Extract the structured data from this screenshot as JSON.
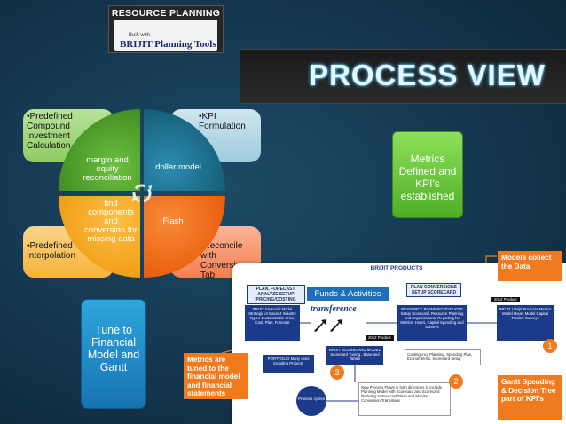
{
  "logo": {
    "title": "RESOURCE PLANNING",
    "small": "Built with",
    "brand": "BRIJIT Planning Tools"
  },
  "title": "PROCESS VIEW",
  "quadrant_boxes": {
    "top_left": "•Predefined Compound Investment Calculation",
    "top_right": "•KPI Formulation",
    "bottom_left": "•Predefined Interpolation",
    "bottom_right": "•Reconcile with Conversion Tab"
  },
  "circle": {
    "top_left": "margin and equity reconciliation",
    "top_right": "dollar model",
    "bottom_left": "find components and conversion for missing data",
    "bottom_right": "Flash",
    "colors": {
      "top_left": "#4e9a2a",
      "top_right": "#1a6f8f",
      "bottom_left": "#f5a623",
      "bottom_right": "#f0650f"
    }
  },
  "metrics_box": "Metrics Defined and KPI's established",
  "tune_box": "Tune to Financial Model and Gantt",
  "annotations": {
    "models": "Models collect the Data",
    "metrics": "Metrics are tuned to the financial model and financial statements",
    "gantt": "Gantt Spending & Decision Tree part of KPI's"
  },
  "screenshot": {
    "header": "BRIJIT PRODUCTS",
    "funds": "Funds & Activities",
    "transference": "transference",
    "plan_forecast": "PLAN, FORECAST, ANALYZE SETUP PRICING/COSTING",
    "plan_conversions": "PLAN CONVERSIONS SETUP SCORECARD",
    "financial_model": "BRIJIT Financial Model Strategic or Basis 4 Industry Types Customizable Price, Cost, Plan, Forecast",
    "toolkits": "RESOURCE PLANNING TOOLKITS Setup Scorecard, Resource Planning and Organizational Reporting for Metrics, Hours, Capital Spending and Surveys",
    "ubrijit": "BRIJIT UBrijit Products Metrics Model Hours Model Capital Tracker Surveys",
    "product_tag_1": "2012 Product",
    "product_tag_2": "2012 Product",
    "portfolio": "PORTFOLIO Many uses including Projects",
    "scorecard": "BRIJIT SCORECARD MODEL Scorecard Tuning , Base and Tables",
    "contingency": "Contingency Planning, Spending Plan, Econometrics, Scorecard Setup",
    "process_flows": "New Process Flows in both directions to include Planning Model with Scorecard and Scorecard Modeling to Forecast/Flash and Monitor Conversion/Transitions",
    "process_cycles": "Process cycles",
    "markers": [
      "1",
      "2",
      "3"
    ]
  }
}
